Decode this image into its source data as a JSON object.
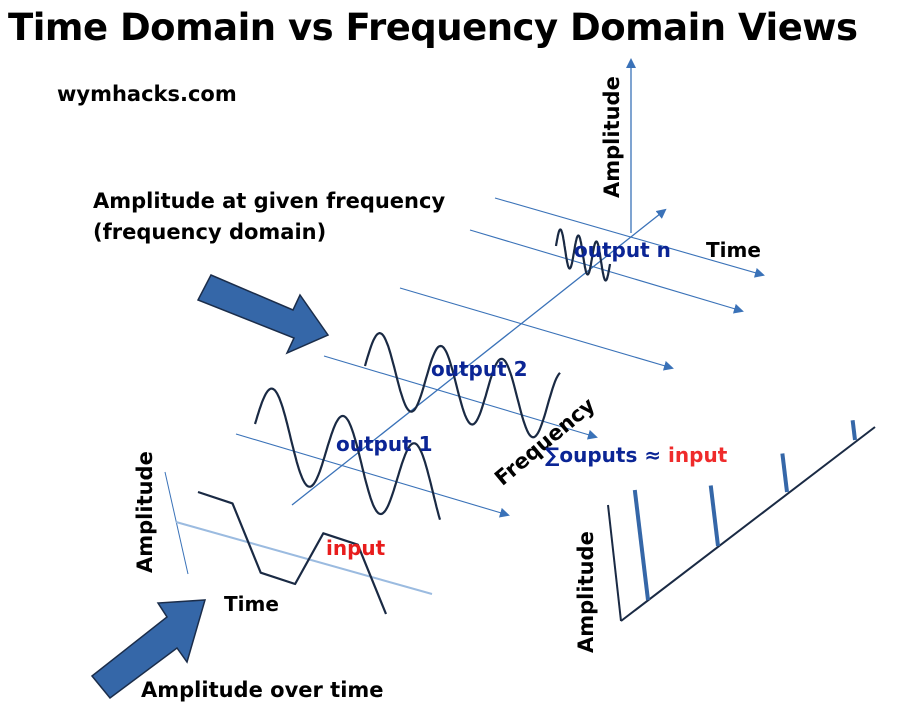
{
  "title": "Time Domain vs Frequency Domain Views",
  "website": "wymhacks.com",
  "annotations": {
    "frequency_domain_line1": "Amplitude at given frequency",
    "frequency_domain_line2": "(frequency domain)",
    "time_domain": "Amplitude over time"
  },
  "axes": {
    "top_amplitude": "Amplitude",
    "top_time": "Time",
    "frequency": "Frequency",
    "input_amplitude": "Amplitude",
    "input_time": "Time",
    "spectrum_amplitude": "Amplitude"
  },
  "signals": {
    "input": "input",
    "output_1": "output 1",
    "output_2": "output 2",
    "output_n": "output n"
  },
  "equation": {
    "sum_part": "∑ouputs ≈",
    "input_part": "input"
  },
  "spectrum": {
    "relative_amplitudes": [
      1.0,
      0.55,
      0.35,
      0.18
    ]
  },
  "colors": {
    "axis_blue": "#2e6aab",
    "arrow_fill": "#3567a8",
    "wave_dark": "#1a2a44",
    "output_text": "#0b2595",
    "input_text": "#ef2b2b"
  }
}
